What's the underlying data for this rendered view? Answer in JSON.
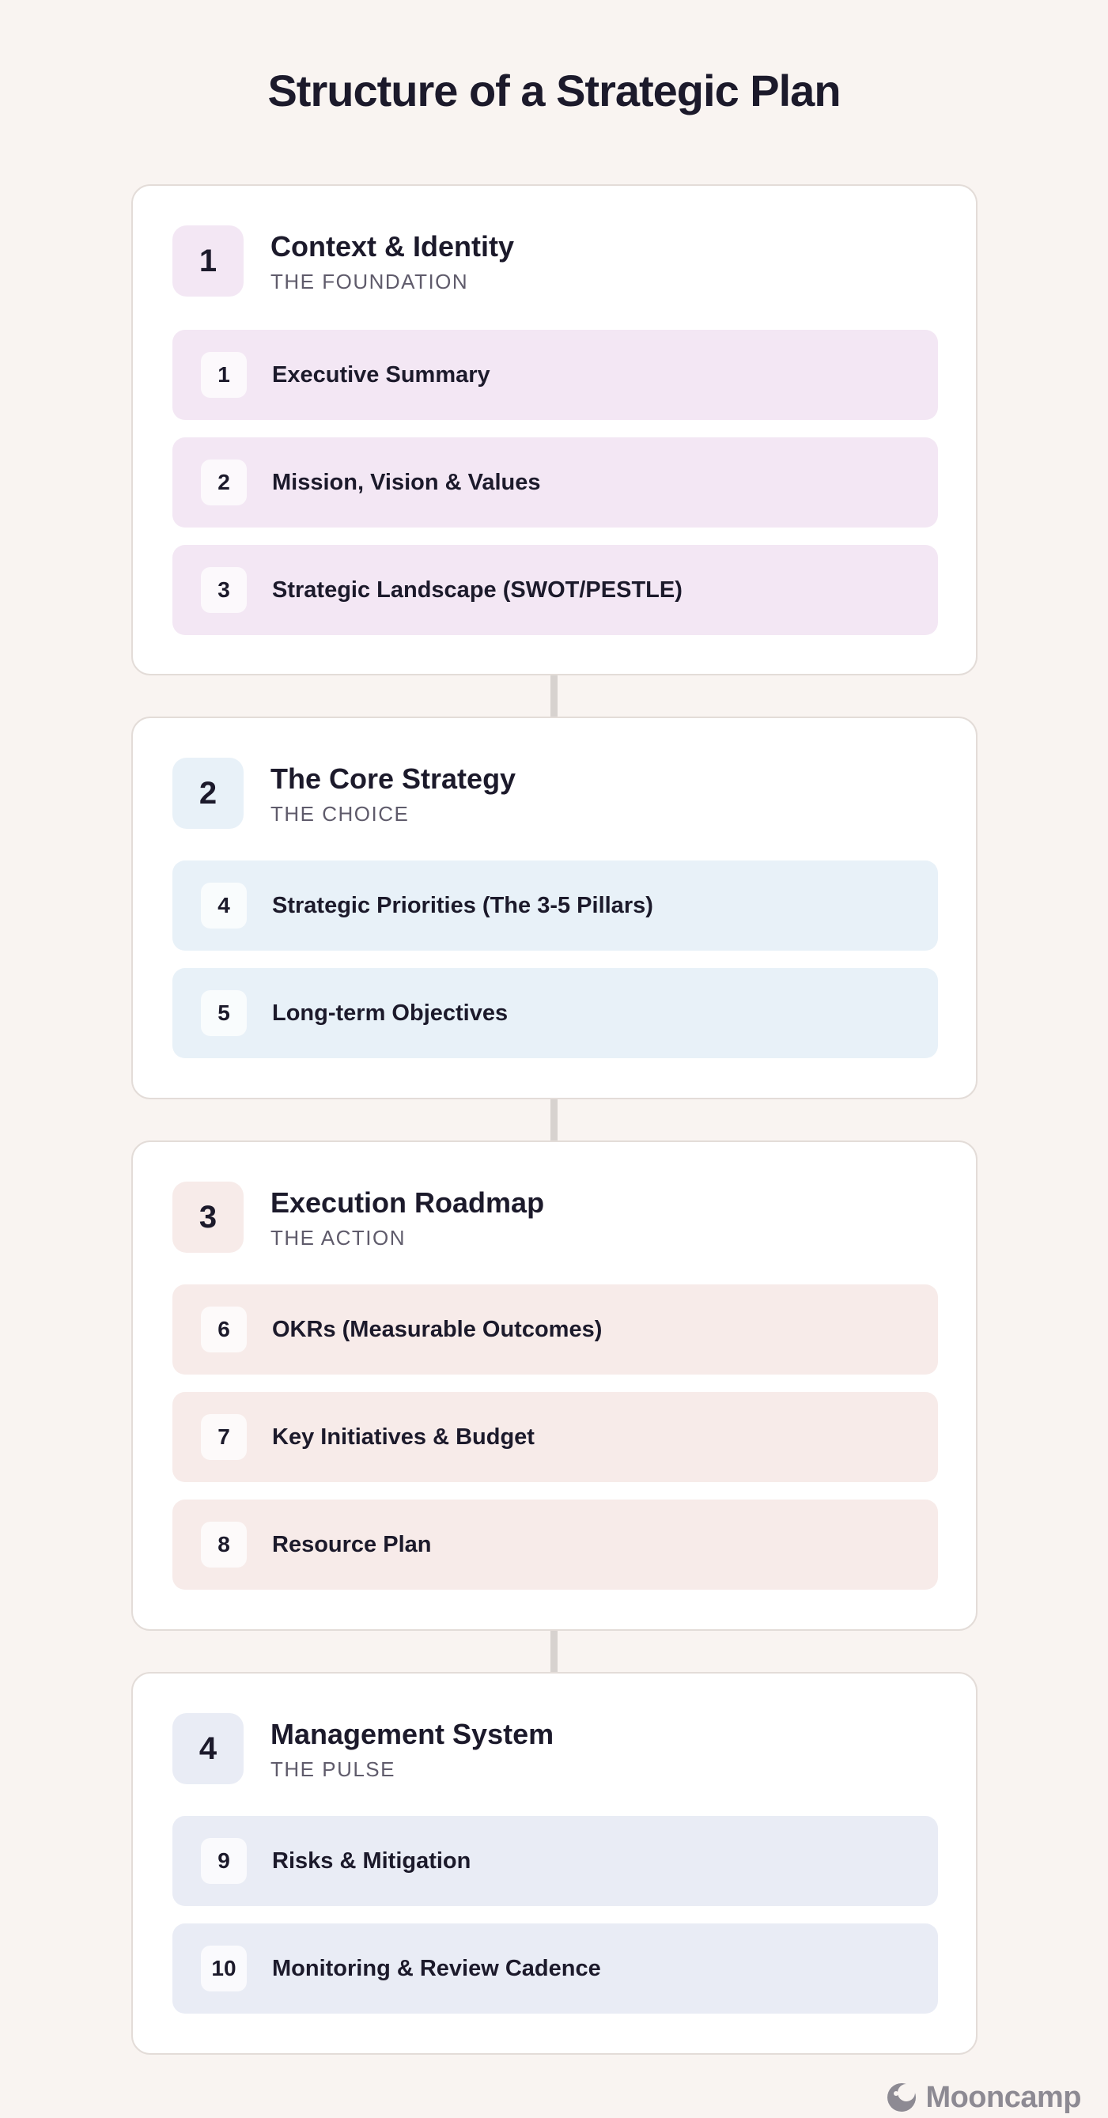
{
  "title": "Structure of a Strategic Plan",
  "sections": [
    {
      "number": "1",
      "title": "Context & Identity",
      "subtitle": "THE FOUNDATION",
      "accent_color": "#f3e7f4",
      "items": [
        {
          "number": "1",
          "label": "Executive Summary"
        },
        {
          "number": "2",
          "label": "Mission, Vision & Values"
        },
        {
          "number": "3",
          "label": "Strategic Landscape (SWOT/PESTLE)"
        }
      ]
    },
    {
      "number": "2",
      "title": "The Core Strategy",
      "subtitle": "THE CHOICE",
      "accent_color": "#e8f1f8",
      "items": [
        {
          "number": "4",
          "label": "Strategic Priorities (The 3-5 Pillars)"
        },
        {
          "number": "5",
          "label": "Long-term Objectives"
        }
      ]
    },
    {
      "number": "3",
      "title": "Execution Roadmap",
      "subtitle": "THE ACTION",
      "accent_color": "#f7ebe9",
      "items": [
        {
          "number": "6",
          "label": "OKRs (Measurable Outcomes)"
        },
        {
          "number": "7",
          "label": "Key Initiatives & Budget"
        },
        {
          "number": "8",
          "label": "Resource Plan"
        }
      ]
    },
    {
      "number": "4",
      "title": "Management System",
      "subtitle": "THE PULSE",
      "accent_color": "#e9ecf5",
      "items": [
        {
          "number": "9",
          "label": "Risks & Mitigation"
        },
        {
          "number": "10",
          "label": "Monitoring & Review Cadence"
        }
      ]
    }
  ],
  "brand": {
    "name": "Mooncamp",
    "icon": "mooncamp-logo-icon"
  }
}
